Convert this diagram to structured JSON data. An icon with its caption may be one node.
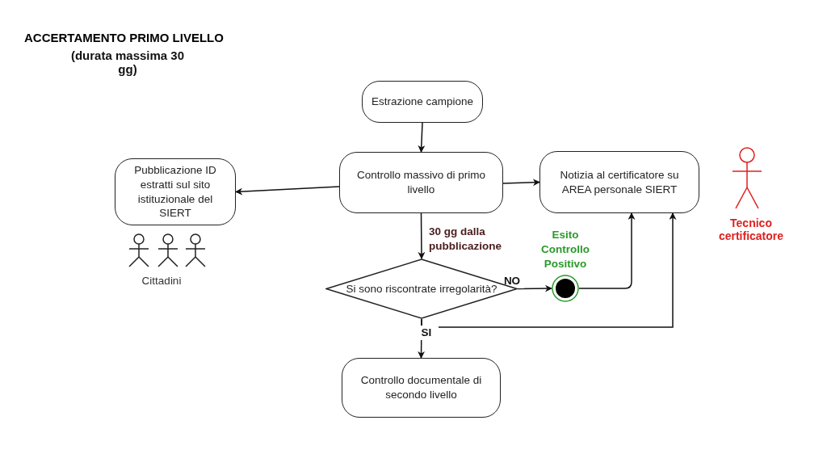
{
  "diagram": {
    "title": "ACCERTAMENTO PRIMO LIVELLO",
    "nodes": [
      {
        "text": [
          "Estrazione campione"
        ]
      },
      {
        "text": [
          "Controllo massivo di primo livello"
        ]
      },
      {
        "text": [
          "Pubblicazione ID estratti sul sito istituzionale del SIERT"
        ]
      },
      {
        "text": [
          "Notizia al certificatore su AREA personale SIERT"
        ]
      },
      {
        "text": [
          "Si sono riscontrate irregolarità?"
        ]
      },
      {
        "text": [],
        "shape": "circle",
        "beside": [
          "Esito Controllo Positivo"
        ]
      },
      {
        "text": [
          "Controllo documentale di secondo livello"
        ]
      }
    ],
    "edges": [
      {
        "from": 0,
        "to": 1,
        "arrow": "to"
      },
      {
        "from": 1,
        "to": 2,
        "arrow": "to"
      },
      {
        "from": 1,
        "to": 3,
        "arrow": "to"
      },
      {
        "from": 1,
        "to": 4,
        "arrow": "to",
        "label": "30 gg dalla pubblicazione"
      },
      {
        "from": 4,
        "to": 5,
        "arrow": "to",
        "label": "NO"
      },
      {
        "from": 5,
        "to": 3,
        "arrow": "to"
      },
      {
        "from": 4,
        "to": 6,
        "arrow": "to",
        "label": "SI"
      },
      {
        "from": 4,
        "to": 3,
        "arrow": "to"
      }
    ],
    "labels": [
      "(durata massima 30 gg)",
      "Cittadini",
      "Tecnico certificatore"
    ]
  }
}
